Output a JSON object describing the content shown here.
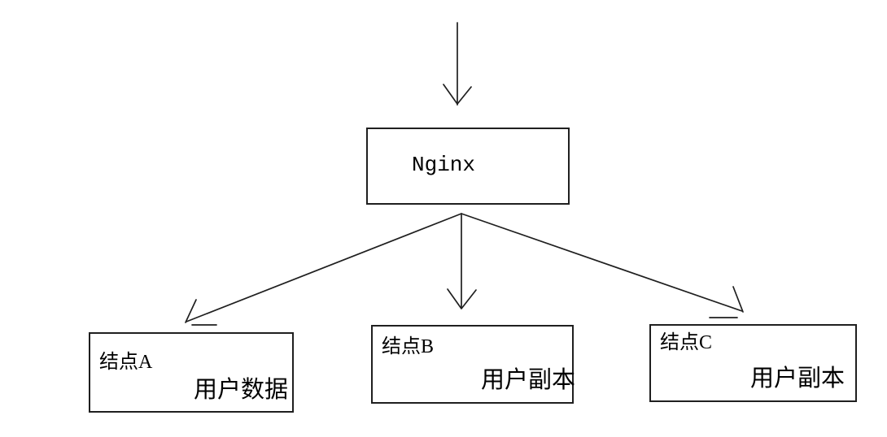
{
  "colors": {
    "background": "#ffffff",
    "stroke": "#1f1f1f",
    "text": "#000000"
  },
  "diagram": {
    "root": {
      "label": "Nginx"
    },
    "nodes": [
      {
        "title": "结点A",
        "note": "用户数据"
      },
      {
        "title": "结点B",
        "note": "用户副本"
      },
      {
        "title": "结点C",
        "note": "用户副本"
      }
    ]
  }
}
